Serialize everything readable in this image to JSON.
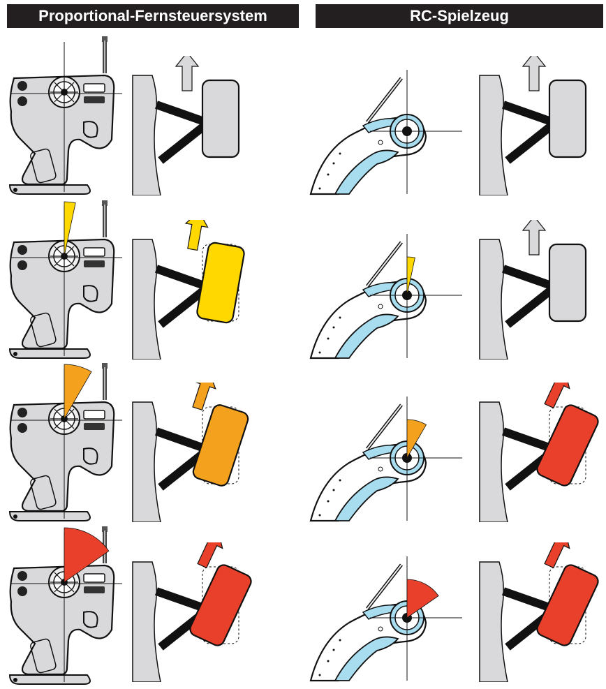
{
  "headers": {
    "left": "Proportional-Fernsteuersystem",
    "right": "RC-Spielzeug"
  },
  "colors": {
    "header_bg": "#231f20",
    "neutral_wheel": "#d9d9db",
    "small_steer": "#ffd800",
    "medium_steer": "#f4a21e",
    "full_steer": "#e8402a",
    "controller_body": "#d9d9db",
    "toy_grip_blue": "#a8dcef",
    "wall": "#d9d9db"
  },
  "rows": [
    {
      "step": 0,
      "proportional": {
        "wheel_color": "#d9d9db",
        "steer_angle_deg": 0,
        "wedge_deg": 0
      },
      "toy": {
        "wheel_color": "#d9d9db",
        "steer_angle_deg": 0,
        "wedge_deg": 0
      }
    },
    {
      "step": 1,
      "proportional": {
        "wheel_color": "#ffd800",
        "steer_angle_deg": 10,
        "wedge_deg": 12
      },
      "toy": {
        "wheel_color": "#d9d9db",
        "steer_angle_deg": 0,
        "wedge_deg": 12
      }
    },
    {
      "step": 2,
      "proportional": {
        "wheel_color": "#f4a21e",
        "steer_angle_deg": 18,
        "wedge_deg": 30
      },
      "toy": {
        "wheel_color": "#e8402a",
        "steer_angle_deg": 25,
        "wedge_deg": 30
      }
    },
    {
      "step": 3,
      "proportional": {
        "wheel_color": "#e8402a",
        "steer_angle_deg": 25,
        "wedge_deg": 55
      },
      "toy": {
        "wheel_color": "#e8402a",
        "steer_angle_deg": 25,
        "wedge_deg": 55
      }
    }
  ]
}
